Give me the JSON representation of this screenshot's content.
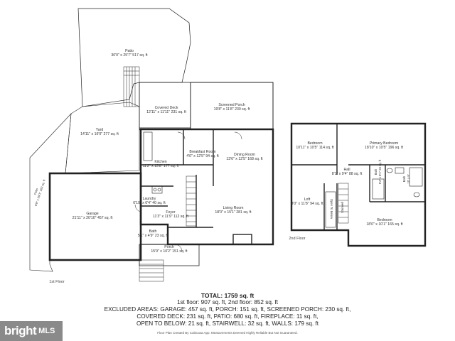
{
  "rooms_first_floor": {
    "patio_top": "Patio\n30'0\" x 25'7\" 517 sq. ft",
    "covered_deck": "Covered Deck\n12'11\" x 11'11\" 231 sq. ft",
    "screened_porch": "Screened Porch\n19'8\" x 11'8\" 230 sq. ft",
    "yard": "Yard\n14'11\" x 16'0\" 277 sq. ft",
    "patio_side": "Patio\n9'9\" x 29'1\" 163 sq. ft",
    "breakfast": "Breakfast Room\n4'0\" x 12'5\" 94 sq. ft",
    "kitchen": "Kitchen\n11'2\" x 15'8\" 177 sq. ft",
    "dining": "Dining Room\n13'6\" x 12'5\" 168 sq. ft",
    "laundry": "Laundry\n6'10\" x 6'4\" 40 sq. ft",
    "garage": "Garage\n21'11\" x 20'10\" 457 sq. ft",
    "foyer": "Foyer\n11'3\" x 11'9\" 112 sq. ft",
    "living": "Living Room\n18'0\" x 15'1\" 281 sq. ft",
    "bath1": "Bath\n5'1\" x 4'9\" 23 sq. ft",
    "porch": "Porch\n15'9\" x 10'2\" 151 sq. ft"
  },
  "rooms_second_floor": {
    "bedroom1": "Bedroom\n10'11\" x 10'5\" 114 sq. ft",
    "primary": "Primary Bedroom\n18'10\" x 10'5\" 196 sq. ft",
    "hall": "Hall\n8'1\" x 9'4\" 88 sq. ft",
    "bath2": "Bath\n9'4\" x 8'1\" 55 sq. ft",
    "bath3": "Bath\n10' x 9'",
    "loft": "Loft\n8'0\" x 11'8\" 94 sq. ft",
    "open_below": "Open To Below",
    "stair": "Stairwell",
    "bedroom3": "Bedroom\n18'0\" x 10'1\" 165 sq. ft"
  },
  "floor_labels": {
    "first": "1st Floor",
    "second": "2nd Floor"
  },
  "summary": {
    "total": "TOTAL: 1759 sq. ft",
    "line1": "1st floor: 907 sq. ft, 2nd floor: 852 sq. ft",
    "line2": "EXCLUDED AREAS: GARAGE: 457 sq. ft, PORCH: 151 sq. ft, SCREENED PORCH: 230 sq. ft,",
    "line3": "COVERED DECK: 231 sq. ft, PATIO: 680 sq. ft, FIREPLACE: 11 sq. ft,",
    "line4": "OPEN TO BELOW: 21 sq. ft, STAIRWELL: 32 sq. ft, WALLS: 179 sq. ft",
    "credit": "Floor Plan Created By Cubicasa App. Measurements Deemed Highly Reliable But Not Guaranteed."
  },
  "brand": {
    "name": "bright",
    "suffix": "MLS"
  }
}
